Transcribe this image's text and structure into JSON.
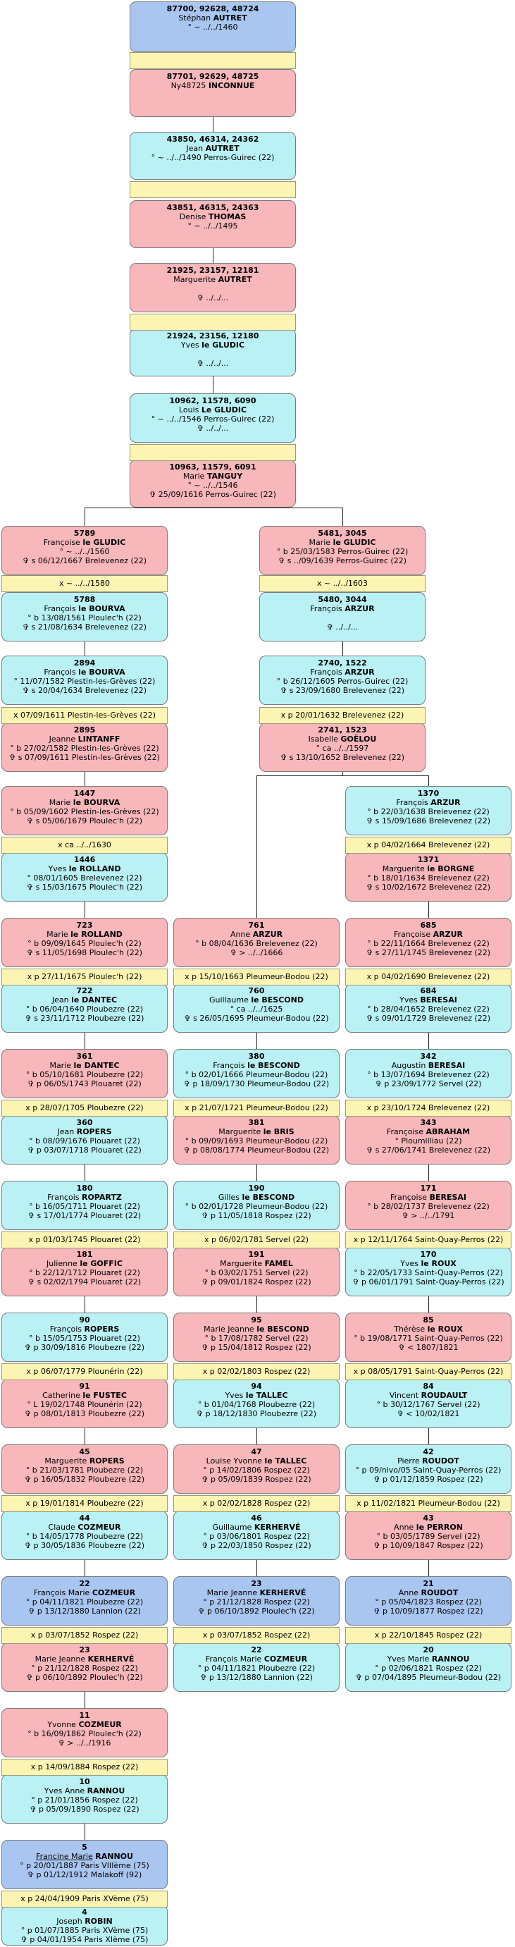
{
  "people": [
    {
      "id": "87700, 92628, 48724",
      "name": "Stéphan",
      "surname": "AUTRET",
      "lines": [
        "° ~ ../../1460"
      ]
    },
    {
      "id": "87701, 92629, 48725",
      "name": "Ny48725",
      "surname": "INCONNUE",
      "lines": []
    },
    {
      "id": "43850, 46314, 24362",
      "name": "Jean",
      "surname": "AUTRET",
      "lines": [
        "° ~ ../../1490 Perros-Guirec (22)"
      ]
    },
    {
      "id": "43851, 46315, 24363",
      "name": "Denise",
      "surname": "THOMAS",
      "lines": [
        "° ~ ../../1495"
      ]
    },
    {
      "id": "21925, 23157, 12181",
      "name": "Marguerite",
      "surname": "AUTRET",
      "lines": [
        "",
        "✞ ../../..."
      ]
    },
    {
      "id": "21924, 23156, 12180",
      "name": "Yves",
      "surname": "le GLUDIC",
      "lines": [
        "",
        "✞ ../../..."
      ]
    },
    {
      "id": "10962, 11578, 6090",
      "name": "Louis",
      "surname": "Le GLUDIC",
      "lines": [
        "° ~ ../../1546 Perros-Guirec (22)",
        "✞ ../../..."
      ]
    },
    {
      "id": "10963, 11579, 6091",
      "name": "Marie",
      "surname": "TANGUY",
      "lines": [
        "° ~ ../../1546",
        "✞ 25/09/1616 Perros-Guirec (22)"
      ]
    },
    {
      "id": "5789",
      "name": "Françoise",
      "surname": "le GLUDIC",
      "lines": [
        "° ~ ../../1560",
        "✞ s 06/12/1667 Brelevenez (22)"
      ]
    },
    {
      "id": "5481, 3045",
      "name": "Marie",
      "surname": "le GLUDIC",
      "lines": [
        "° b 25/03/1583 Perros-Guirec (22)",
        "✞ s ../09/1639 Perros-Guirec (22)"
      ]
    },
    {
      "id": "5788",
      "name": "François",
      "surname": "le BOURVA",
      "lines": [
        "° b 13/08/1561 Ploulec'h (22)",
        "✞ s 21/08/1634 Brelevenez (22)"
      ]
    },
    {
      "id": "5480, 3044",
      "name": "François",
      "surname": "ARZUR",
      "lines": [
        "",
        "✞ ../../..."
      ]
    },
    {
      "id": "2894",
      "name": "François",
      "surname": "le BOURVA",
      "lines": [
        "° 11/07/1582 Plestin-les-Grèves (22)",
        "✞ s 20/04/1634 Brelevenez (22)"
      ]
    },
    {
      "id": "2740, 1522",
      "name": "François",
      "surname": "ARZUR",
      "lines": [
        "° b 26/12/1605 Perros-Guirec (22)",
        "✞ s 23/09/1680 Brelevenez (22)"
      ]
    },
    {
      "id": "2895",
      "name": "Jeanne",
      "surname": "LINTANFF",
      "lines": [
        "° b 27/02/1582 Plestin-les-Grèves (22)",
        "✞ s 07/09/1611 Plestin-les-Grèves (22)"
      ]
    },
    {
      "id": "2741, 1523",
      "name": "Isabelle",
      "surname": "GOËLOU",
      "lines": [
        "° ca ../../1597",
        "✞ s 13/10/1652 Brelevenez (22)"
      ]
    },
    {
      "id": "1447",
      "name": "Marie",
      "surname": "le BOURVA",
      "lines": [
        "° b 05/09/1602 Plestin-les-Grèves (22)",
        "✞ s 05/06/1679 Ploulec'h (22)"
      ]
    },
    {
      "id": "1370",
      "name": "François",
      "surname": "ARZUR",
      "lines": [
        "° b 22/03/1638 Brelevenez (22)",
        "✞ s 15/09/1686 Brelevenez (22)"
      ]
    },
    {
      "id": "1446",
      "name": "Yves",
      "surname": "le ROLLAND",
      "lines": [
        "° 08/01/1605 Brelevenez (22)",
        "✞ s 15/03/1675 Ploulec'h (22)"
      ]
    },
    {
      "id": "1371",
      "name": "Marguerite",
      "surname": "le BORGNE",
      "lines": [
        "° b 18/01/1634 Brelevenez (22)",
        "✞ s 10/02/1672 Brelevenez (22)"
      ]
    },
    {
      "id": "723",
      "name": "Marie",
      "surname": "le ROLLAND",
      "lines": [
        "° b 09/09/1645 Ploulec'h (22)",
        "✞ s 11/05/1698 Ploulec'h (22)"
      ]
    },
    {
      "id": "761",
      "name": "Anne",
      "surname": "ARZUR",
      "lines": [
        "° b 08/04/1636 Brelevenez (22)",
        "✞ > ../../1666"
      ]
    },
    {
      "id": "685",
      "name": "Françoise",
      "surname": "ARZUR",
      "lines": [
        "° b 22/11/1664 Brelevenez (22)",
        "✞ s 27/11/1745 Brelevenez (22)"
      ]
    },
    {
      "id": "722",
      "name": "Jean",
      "surname": "le DANTEC",
      "lines": [
        "° b 06/04/1640 Ploubezre (22)",
        "✞ s 23/11/1712 Ploubezre (22)"
      ]
    },
    {
      "id": "760",
      "name": "Guillaume",
      "surname": "le BESCOND",
      "lines": [
        "° ca ../../1625",
        "✞ s 26/05/1695 Pleumeur-Bodou (22)"
      ]
    },
    {
      "id": "684",
      "name": "Yves",
      "surname": "BERESAI",
      "lines": [
        "° b 28/04/1652 Brelevenez (22)",
        "✞ s 09/01/1729 Brelevenez (22)"
      ]
    },
    {
      "id": "361",
      "name": "Marie",
      "surname": "le DANTEC",
      "lines": [
        "° b 05/10/1681 Ploubezre (22)",
        "✞ p 06/05/1743 Plouaret (22)"
      ]
    },
    {
      "id": "380",
      "name": "François",
      "surname": "le BESCOND",
      "lines": [
        "° b 02/01/1666 Pleumeur-Bodou (22)",
        "✞ p 18/09/1730 Pleumeur-Bodou (22)"
      ]
    },
    {
      "id": "342",
      "name": "Augustin",
      "surname": "BERESAI",
      "lines": [
        "° b 13/07/1694 Brelevenez (22)",
        "✞ p 23/09/1772 Servel (22)"
      ]
    },
    {
      "id": "360",
      "name": "Jean",
      "surname": "ROPERS",
      "lines": [
        "° b 08/09/1676 Plouaret (22)",
        "✞ p 03/07/1718 Plouaret (22)"
      ]
    },
    {
      "id": "381",
      "name": "Marguerite",
      "surname": "le BRIS",
      "lines": [
        "° b 09/09/1693 Pleumeur-Bodou (22)",
        "✞ p 08/08/1774 Pleumeur-Bodou (22)"
      ]
    },
    {
      "id": "343",
      "name": "Françoise",
      "surname": "ABRAHAM",
      "lines": [
        "° Ploumilliau (22)",
        "✞ s 27/06/1741 Brelevenez (22)"
      ]
    },
    {
      "id": "180",
      "name": "François",
      "surname": "ROPARTZ",
      "lines": [
        "° b 16/05/1711 Plouaret (22)",
        "✞ s 17/01/1774 Plouaret (22)"
      ]
    },
    {
      "id": "190",
      "name": "Gilles",
      "surname": "le BESCOND",
      "lines": [
        "° b 02/01/1728 Pleumeur-Bodou (22)",
        "✞ p 11/05/1818 Rospez (22)"
      ]
    },
    {
      "id": "171",
      "name": "Françoise",
      "surname": "BERESAI",
      "lines": [
        "° b 28/02/1737 Brelevenez (22)",
        "✞ > ../../1791"
      ]
    },
    {
      "id": "181",
      "name": "Julienne",
      "surname": "le GOFFIC",
      "lines": [
        "° b 22/12/1712 Plouaret (22)",
        "✞ s 02/02/1794 Plouaret (22)"
      ]
    },
    {
      "id": "191",
      "name": "Marguerite",
      "surname": "FAMEL",
      "lines": [
        "° b 03/02/1751 Servel (22)",
        "✞ p 09/01/1824 Rospez (22)"
      ]
    },
    {
      "id": "170",
      "name": "Yves",
      "surname": "le ROUX",
      "lines": [
        "° b 22/05/1733 Saint-Quay-Perros (22)",
        "✞ p 06/01/1791 Saint-Quay-Perros (22)"
      ]
    },
    {
      "id": "90",
      "name": "François",
      "surname": "ROPERS",
      "lines": [
        "° b 15/05/1753 Plouaret (22)",
        "✞ p 30/09/1816 Ploubezre (22)"
      ]
    },
    {
      "id": "95",
      "name": "Marie Jeanne",
      "surname": "le BESCOND",
      "lines": [
        "° b 17/08/1782 Servel (22)",
        "✞ p 15/04/1812 Rospez (22)"
      ]
    },
    {
      "id": "85",
      "name": "Thérèse",
      "surname": "le ROUX",
      "lines": [
        "° b 19/08/1771 Saint-Quay-Perros (22)",
        "✞ < 1807/1821"
      ]
    },
    {
      "id": "91",
      "name": "Catherine",
      "surname": "le FUSTEC",
      "lines": [
        "° L 19/02/1748 Plounérin (22)",
        "✞ p 08/01/1813 Ploubezre (22)"
      ]
    },
    {
      "id": "94",
      "name": "Yves",
      "surname": "le TALLEC",
      "lines": [
        "° b 01/04/1768 Ploubezre (22)",
        "✞ p 18/12/1830 Ploubezre (22)"
      ]
    },
    {
      "id": "84",
      "name": "Vincent",
      "surname": "ROUDAULT",
      "lines": [
        "° b 30/12/1767 Servel (22)",
        "✞ < 10/02/1821"
      ]
    },
    {
      "id": "45",
      "name": "Marguerite",
      "surname": "ROPERS",
      "lines": [
        "° b 21/03/1781 Ploubezre (22)",
        "✞ p 16/05/1832 Ploubezre (22)"
      ]
    },
    {
      "id": "47",
      "name": "Louise Yvonne",
      "surname": "le TALLEC",
      "lines": [
        "° p 14/02/1806 Rospez (22)",
        "✞ p 05/09/1839 Rospez (22)"
      ]
    },
    {
      "id": "42",
      "name": "Pierre",
      "surname": "ROUDOT",
      "lines": [
        "° p 09/nivo/05 Saint-Quay-Perros (22)",
        "✞ p 01/12/1859 Rospez (22)"
      ]
    },
    {
      "id": "44",
      "name": "Claude",
      "surname": "COZMEUR",
      "lines": [
        "° b 14/05/1778 Ploubezre (22)",
        "✞ p 30/05/1836 Ploubezre (22)"
      ]
    },
    {
      "id": "46",
      "name": "Guillaume",
      "surname": "KERHERVÉ",
      "lines": [
        "° p 03/06/1801 Rospez (22)",
        "✞ p 22/03/1850 Rospez (22)"
      ]
    },
    {
      "id": "43",
      "name": "Anne",
      "surname": "le PERRON",
      "lines": [
        "° b 03/05/1789 Servel (22)",
        "✞ p 10/09/1847 Rospez (22)"
      ]
    },
    {
      "id": "22",
      "name": "François Marie",
      "surname": "COZMEUR",
      "lines": [
        "° p 04/11/1821 Ploubezre (22)",
        "✞ p 13/12/1880 Lannion (22)"
      ]
    },
    {
      "id": "23",
      "name": "Marie Jeanne",
      "surname": "KERHERVÉ",
      "lines": [
        "° p 21/12/1828 Rospez (22)",
        "✞ p 06/10/1892 Ploulec'h (22)"
      ]
    },
    {
      "id": "21",
      "name": "Anne",
      "surname": "ROUDOT",
      "lines": [
        "° p 05/04/1823 Rospez (22)",
        "✞ p 10/09/1877 Rospez (22)"
      ]
    },
    {
      "id": "23",
      "name": "Marie Jeanne",
      "surname": "KERHERVÉ",
      "lines": [
        "° p 21/12/1828 Rospez (22)",
        "✞ p 06/10/1892 Ploulec'h (22)"
      ]
    },
    {
      "id": "22",
      "name": "François Marie",
      "surname": "COZMEUR",
      "lines": [
        "° p 04/11/1821 Ploubezre (22)",
        "✞ p 13/12/1880 Lannion (22)"
      ]
    },
    {
      "id": "20",
      "name": "Yves Marie",
      "surname": "RANNOU",
      "lines": [
        "° p 02/06/1821 Rospez (22)",
        "✞ p 07/04/1895 Pleumeur-Bodou (22)"
      ]
    },
    {
      "id": "11",
      "name": "Yvonne",
      "surname": "COZMEUR",
      "lines": [
        "° b 16/09/1862 Ploulec'h (22)",
        "✞ > ../../1916"
      ]
    },
    {
      "id": "10",
      "name": "Yves Anne",
      "surname": "RANNOU",
      "lines": [
        "° p 21/01/1856 Rospez (22)",
        "✞ p 05/09/1890 Rospez (22)"
      ]
    },
    {
      "id": "5",
      "name": "Francine Marie",
      "surname": "RANNOU",
      "lines": [
        "° p 20/01/1887 Paris VIIIème (75)",
        "✞ p 01/12/1912 Malakoff (92)"
      ]
    },
    {
      "id": "4",
      "name": "Joseph",
      "surname": "ROBIN",
      "lines": [
        "° p 01/07/1885 Paris XVème (75)",
        "✞ p 04/01/1954 Paris XIème (75)"
      ]
    }
  ],
  "marriages": [
    "",
    "",
    "",
    "",
    "x ~ ../../1580",
    "x ~ ../../1603",
    "x 07/09/1611 Plestin-les-Grèves (22)",
    "x p 20/01/1632 Brelevenez (22)",
    "x ca ../../1630",
    "x p 04/02/1664 Brelevenez (22)",
    "x p 27/11/1675 Ploulec'h (22)",
    "x p 15/10/1663 Pleumeur-Bodou (22)",
    "x p 04/02/1690 Brelevenez (22)",
    "x p 28/07/1705 Ploubezre (22)",
    "x p 21/07/1721 Pleumeur-Bodou (22)",
    "x p 23/10/1724 Brelevenez (22)",
    "x p 01/03/1745 Plouaret (22)",
    "x p 06/02/1781 Servel (22)",
    "x p 12/11/1764 Saint-Quay-Perros (22)",
    "x p 06/07/1779 Plounérin (22)",
    "x p 02/02/1803 Rospez (22)",
    "x p 08/05/1791 Saint-Quay-Perros (22)",
    "x p 19/01/1814 Ploubezre (22)",
    "x p 02/02/1828 Rospez (22)",
    "x p 11/02/1821 Pleumeur-Bodou (22)",
    "x p 03/07/1852 Rospez (22)",
    "x p 03/07/1852 Rospez (22)",
    "x p 22/10/1845 Rospez (22)",
    "x p 14/09/1884 Rospez (22)",
    "x p 24/04/1909 Paris XVème (75)"
  ],
  "colors": {
    "male": "#a9c6f0",
    "female": "#f8b7bb",
    "male_light": "#b9f1f4",
    "marriage": "#fbf4b2",
    "border": "#7a7a7a"
  }
}
